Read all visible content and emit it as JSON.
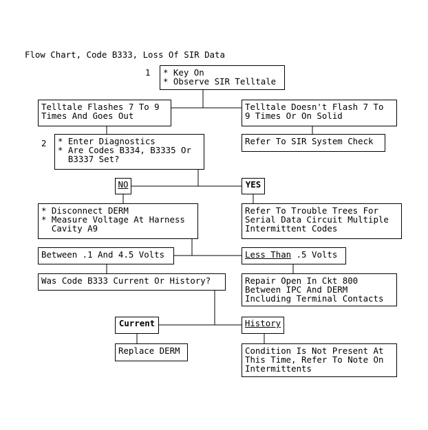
{
  "title": "Flow Chart, Code B333, Loss Of SIR Data",
  "step1_number": "1",
  "step1_text": "* Key On\n* Observe SIR Telltale",
  "telltale_flashes_text": "Telltale Flashes 7 To 9\nTimes And Goes Out",
  "telltale_no_flash_text": "Telltale Doesn't Flash 7 To\n9 Times Or On Solid",
  "sir_system_check_text": "Refer To SIR System Check",
  "step2_number": "2",
  "step2_text": "* Enter Diagnostics\n* Are Codes B334, B3335 Or\n  B3337 Set?",
  "no_label": "NO",
  "yes_label": "YES",
  "disconnect_derm_text": "* Disconnect DERM\n* Measure Voltage At Harness\n  Cavity A9",
  "trouble_trees_text": "Refer To Trouble Trees For\nSerial Data Circuit Multiple\nIntermittent Codes",
  "between_volts_text": "Between .1 And 4.5 Volts",
  "less_than_underlined": "Less Than",
  "less_than_rest": " .5 Volts",
  "current_or_history_text": "Was Code B333 Current Or History?",
  "repair_open_text": "Repair Open In Ckt 800\nBetween IPC And DERM\nIncluding Terminal Contacts",
  "current_label": "Current",
  "history_label": "History",
  "replace_derm_text": "Replace DERM",
  "condition_not_present_text": "Condition Is Not Present At\nThis Time, Refer To Note On\nIntermittents"
}
